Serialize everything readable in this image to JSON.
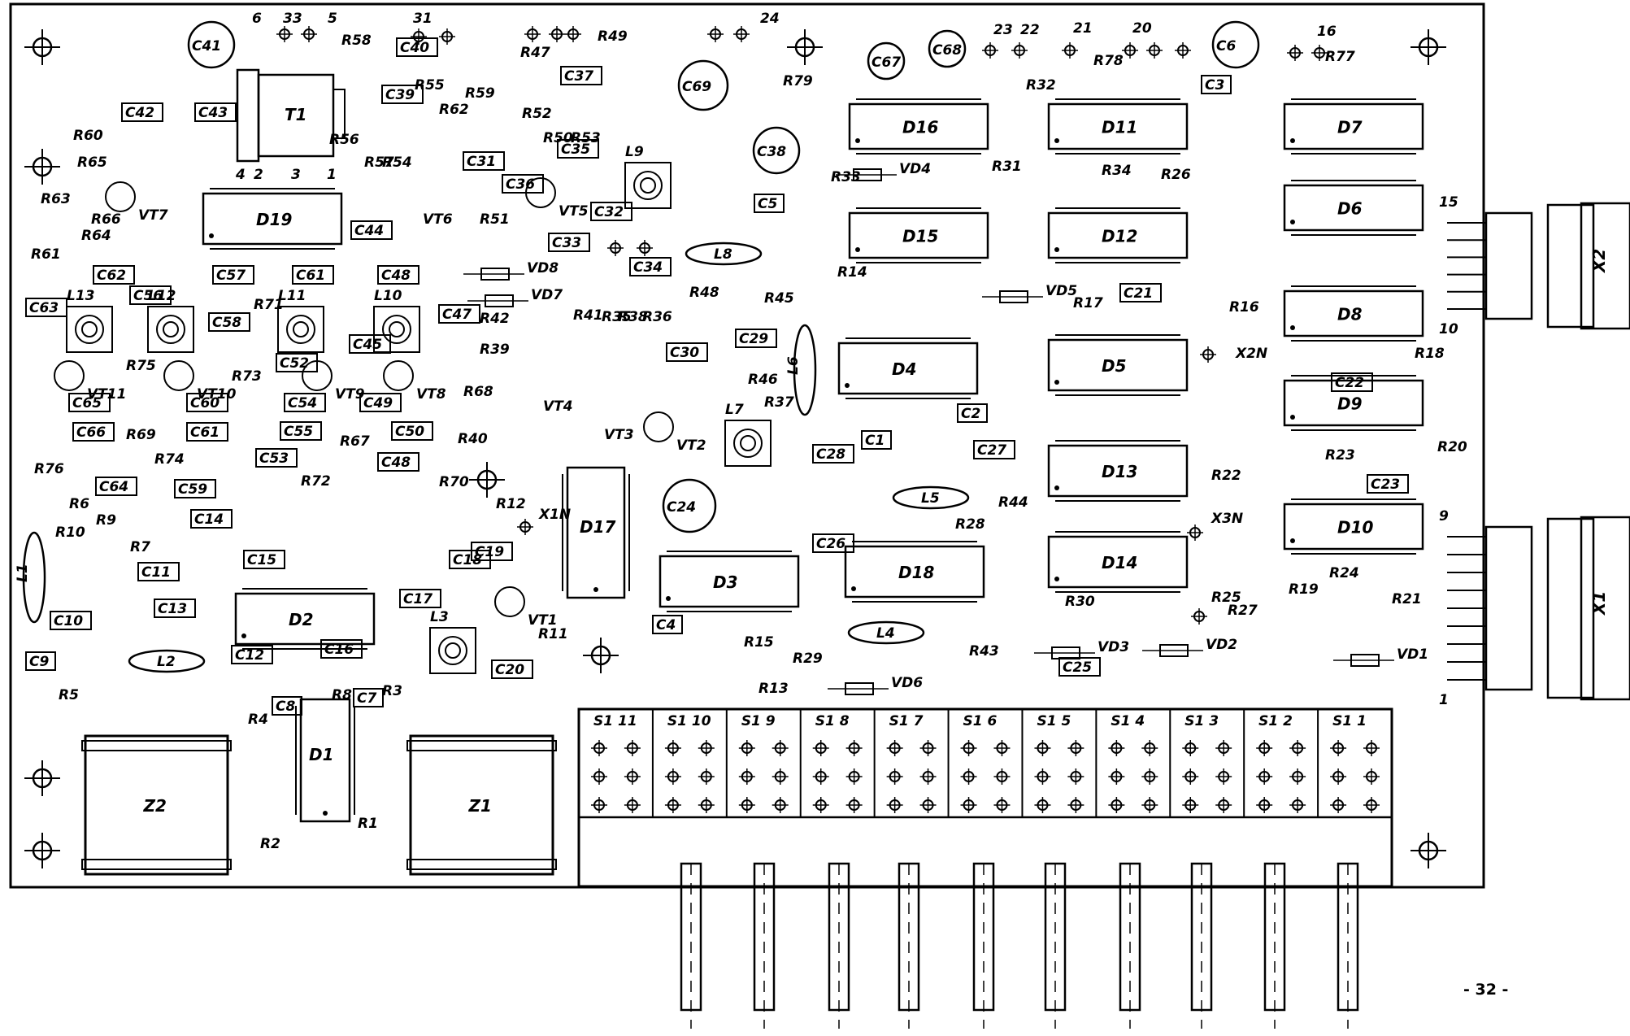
{
  "board": {
    "page_number": "- 32 -",
    "connectors": [
      {
        "name": "X1",
        "pins_top": "9",
        "pins_bottom": "1"
      },
      {
        "name": "X2",
        "pins_top": "15",
        "pins_bottom": "10"
      }
    ],
    "test_points": [
      "X1N",
      "X2N",
      "X3N"
    ],
    "pad_numbers": [
      "6",
      "33",
      "5",
      "31",
      "24",
      "23",
      "22",
      "21",
      "20",
      "16"
    ],
    "transformer_pins": [
      "4",
      "2",
      "3",
      "1"
    ],
    "switches": [
      "S1 11",
      "S1 10",
      "S1 9",
      "S1 8",
      "S1 7",
      "S1 6",
      "S1 5",
      "S1 4",
      "S1 3",
      "S1 2",
      "S1 1"
    ],
    "chips": [
      {
        "ref": "D16"
      },
      {
        "ref": "D11"
      },
      {
        "ref": "D7"
      },
      {
        "ref": "D15"
      },
      {
        "ref": "D12"
      },
      {
        "ref": "D6"
      },
      {
        "ref": "D8"
      },
      {
        "ref": "D4"
      },
      {
        "ref": "D5"
      },
      {
        "ref": "D9"
      },
      {
        "ref": "D13"
      },
      {
        "ref": "D10"
      },
      {
        "ref": "D18"
      },
      {
        "ref": "D14"
      },
      {
        "ref": "D3"
      },
      {
        "ref": "D2"
      },
      {
        "ref": "D19"
      },
      {
        "ref": "D17"
      },
      {
        "ref": "D1"
      }
    ],
    "filters": [
      "Z2",
      "Z1"
    ],
    "transformer": "T1",
    "electrolytics": [
      "C41",
      "C67",
      "C68",
      "C6",
      "C69",
      "C38",
      "C24"
    ],
    "capacitors": [
      "C42",
      "C43",
      "C40",
      "C39",
      "C37",
      "C35",
      "C31",
      "C36",
      "C32",
      "C5",
      "C33",
      "C34",
      "C3",
      "C44",
      "C62",
      "C57",
      "C61",
      "C48",
      "C56",
      "C58",
      "C63",
      "C52",
      "C45",
      "C47",
      "C65",
      "C60",
      "C54",
      "C49",
      "C66",
      "C61",
      "C55",
      "C50",
      "C53",
      "C48",
      "C64",
      "C59",
      "C14",
      "C15",
      "C11",
      "C13",
      "C10",
      "C12",
      "C16",
      "C9",
      "C8",
      "C7",
      "C17",
      "C18",
      "C19",
      "C20",
      "C29",
      "C30",
      "C28",
      "C26",
      "C4",
      "C1",
      "C2",
      "C27",
      "C21",
      "C22",
      "C23",
      "C25"
    ],
    "resistors": [
      "R58",
      "R55",
      "R62",
      "R59",
      "R47",
      "R49",
      "R52",
      "R50",
      "R53",
      "R60",
      "R65",
      "R63",
      "R66",
      "R64",
      "R61",
      "R57",
      "R54",
      "R56",
      "R51",
      "R79",
      "R78",
      "R32",
      "R77",
      "R33",
      "R31",
      "R34",
      "R26",
      "R14",
      "R48",
      "R45",
      "R42",
      "R39",
      "R41",
      "R35",
      "R38",
      "R36",
      "R46",
      "R37",
      "R40",
      "R17",
      "R16",
      "R18",
      "R71",
      "R73",
      "R75",
      "R68",
      "R67",
      "R69",
      "R74",
      "R76",
      "R72",
      "R70",
      "R12",
      "R10",
      "R6",
      "R9",
      "R7",
      "R5",
      "R4",
      "R3",
      "R1",
      "R2",
      "R8",
      "R11",
      "R44",
      "R28",
      "R30",
      "R25",
      "R22",
      "R23",
      "R20",
      "R24",
      "R19",
      "R27",
      "R21",
      "R15",
      "R29",
      "R13",
      "R43"
    ],
    "inductors": [
      "L13",
      "L12",
      "L11",
      "L10",
      "L9",
      "L8",
      "L7",
      "L6",
      "L5",
      "L4",
      "L3",
      "L2",
      "L1"
    ],
    "transistors": [
      "VT1",
      "VT2",
      "VT3",
      "VT4",
      "VT5",
      "VT6",
      "VT7",
      "VT8",
      "VT9",
      "VT10",
      "VT11"
    ],
    "diodes": [
      "VD1",
      "VD2",
      "VD3",
      "VD4",
      "VD5",
      "VD6",
      "VD7",
      "VD8"
    ]
  }
}
